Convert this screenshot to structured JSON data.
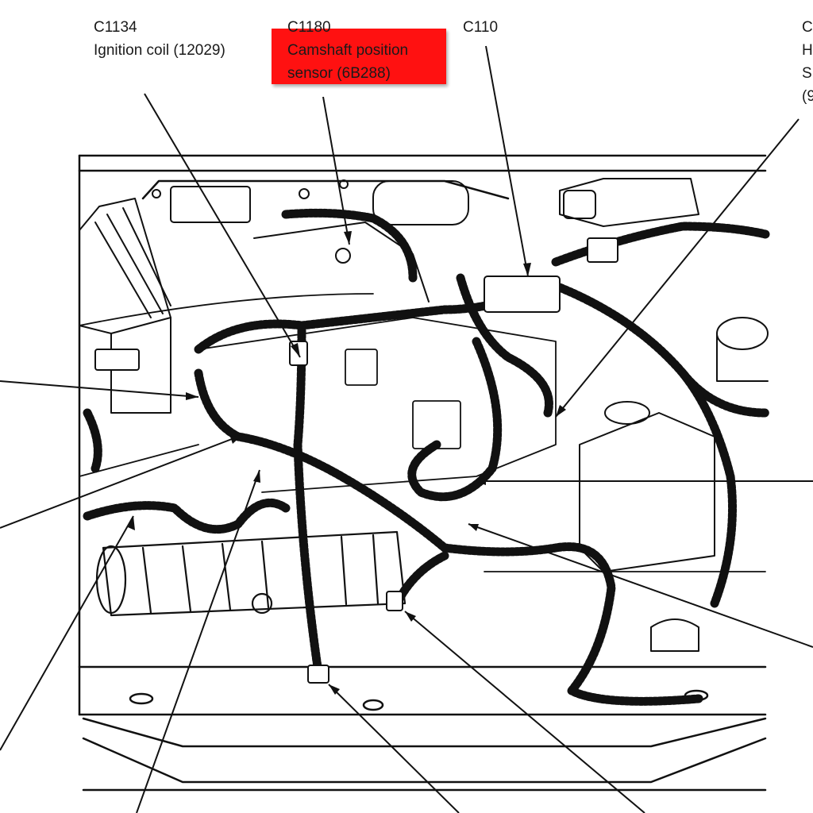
{
  "callouts": {
    "c1134": {
      "code": "C1134",
      "name": "Ignition coil (12029)"
    },
    "c1180": {
      "code": "C1180",
      "line1": "Camshaft position",
      "line2": "sensor (6B288)",
      "highlight_color": "#ff0000"
    },
    "c110": {
      "code": "C110"
    },
    "right_cut": {
      "l1": "C",
      "l2": "H",
      "l3": "S",
      "l4": "(9"
    }
  }
}
